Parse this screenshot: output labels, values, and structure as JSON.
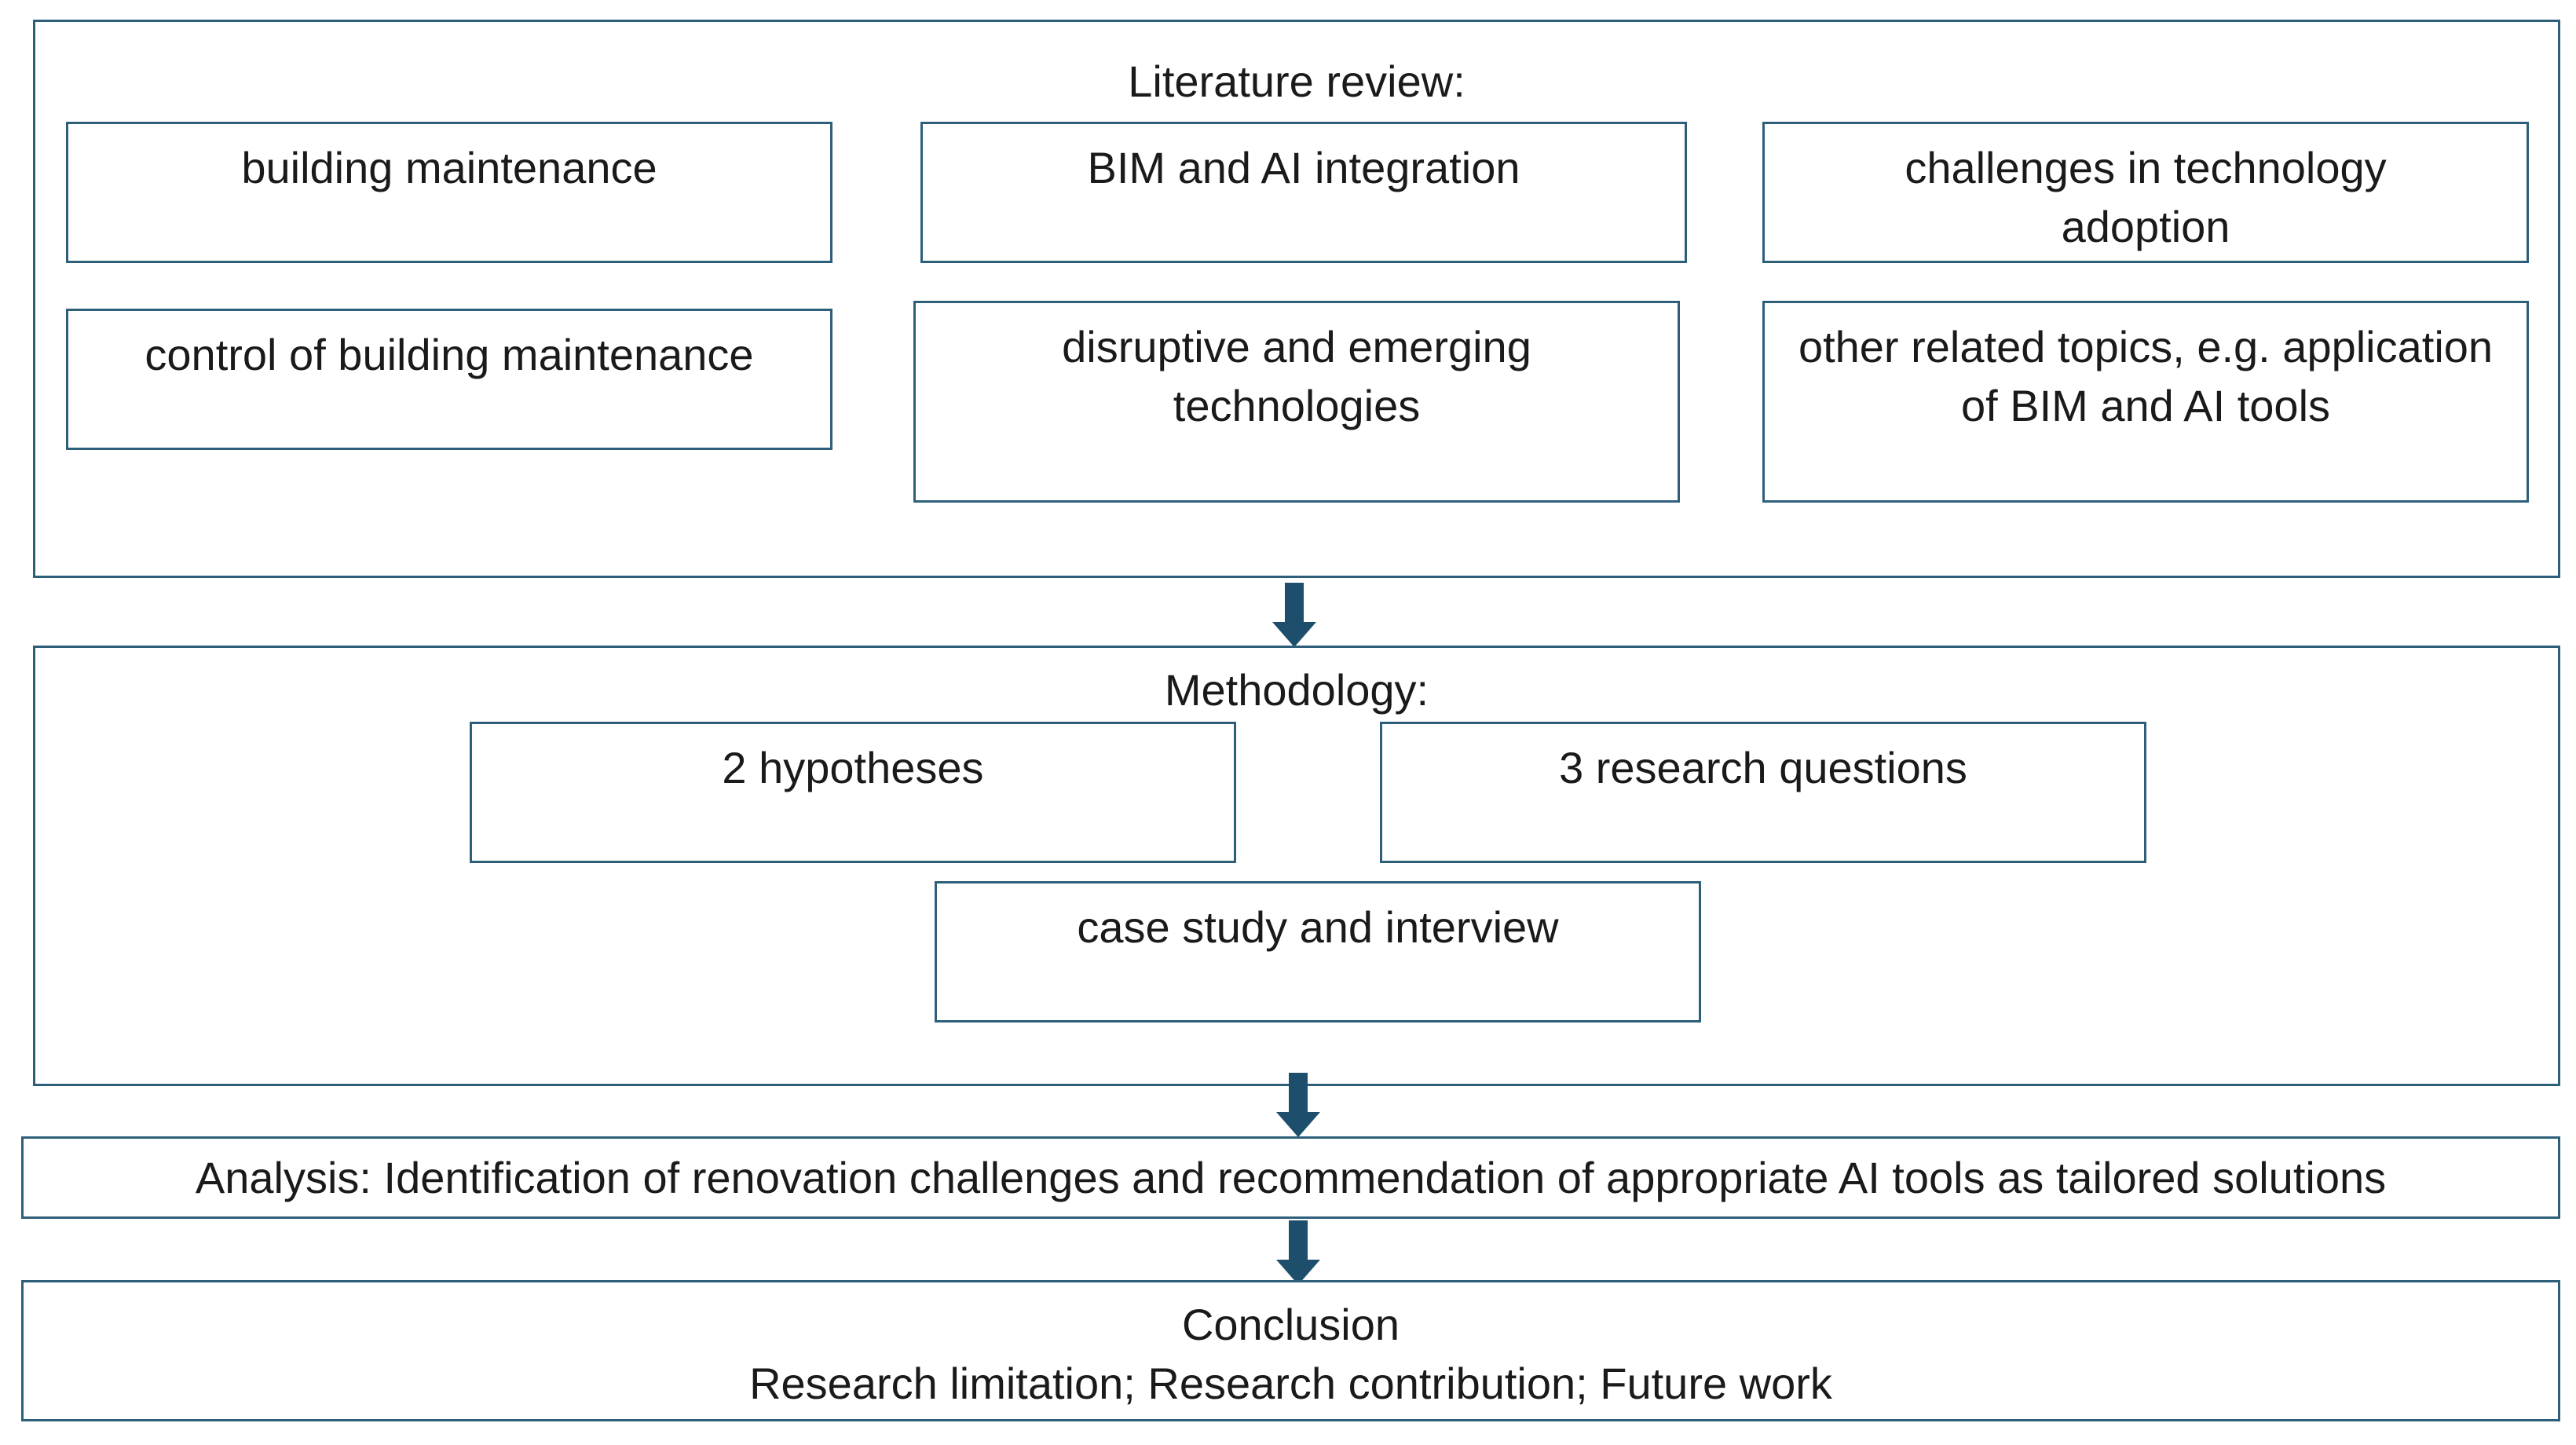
{
  "literature_review": {
    "title": "Literature review:",
    "topics": [
      "building maintenance",
      "BIM and AI integration",
      "challenges in technology adoption",
      "control of building maintenance",
      "disruptive and emerging technologies",
      "other related topics, e.g. application of BIM and AI tools"
    ]
  },
  "methodology": {
    "title": "Methodology:",
    "items": [
      "2 hypotheses",
      "3 research questions",
      "case study and interview"
    ]
  },
  "analysis": {
    "text": "Analysis: Identification of renovation challenges and recommendation of appropriate AI tools as tailored solutions"
  },
  "conclusion": {
    "title": "Conclusion",
    "subtitle": "Research limitation; Research contribution; Future work"
  },
  "colors": {
    "border": "#2e5f7a",
    "arrow": "#1d4e6b",
    "text": "#1a1a1a"
  }
}
